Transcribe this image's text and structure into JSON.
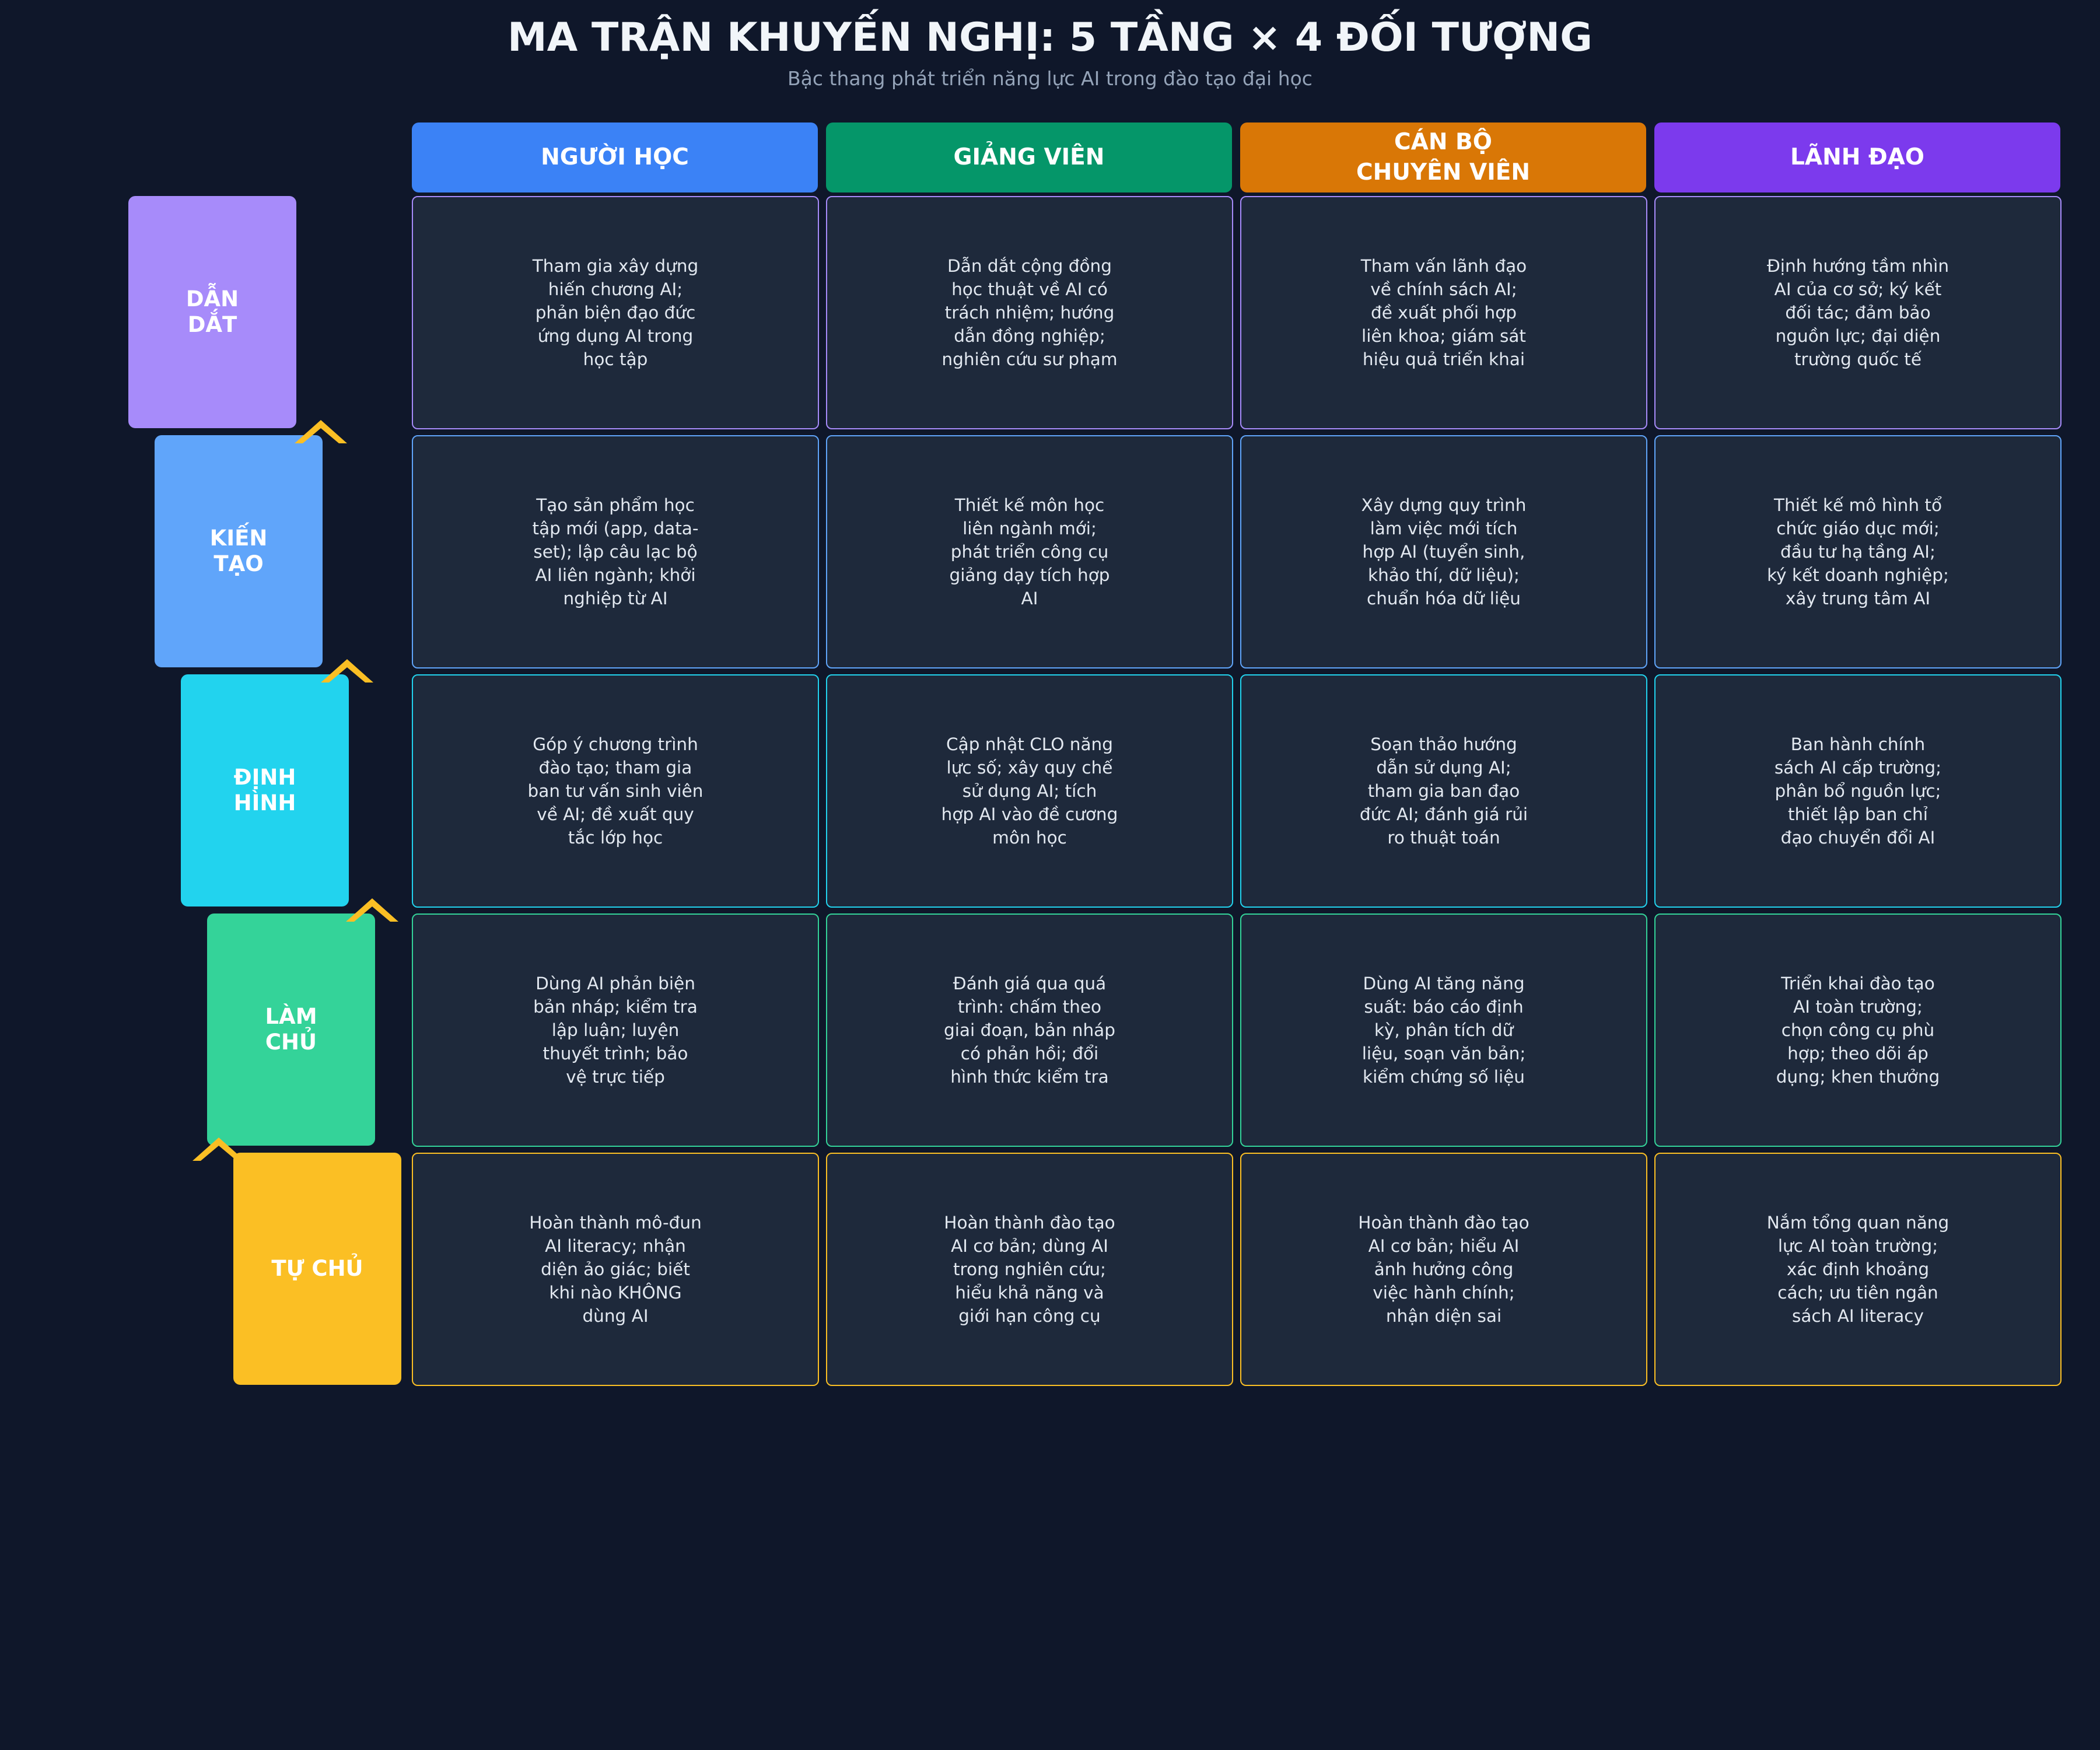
{
  "header": {
    "title": "MA TRẬN KHUYẾN NGHỊ: 5 TẦNG × 4 ĐỐI TƯỢNG",
    "subtitle": "Bậc thang phát triển năng lực AI trong đào tạo đại học"
  },
  "columns": [
    {
      "label": "NGƯỜI HỌC",
      "color": "#3b82f6"
    },
    {
      "label": "GIẢNG VIÊN",
      "color": "#059669"
    },
    {
      "label": "CÁN BỘ\nCHUYÊN VIÊN",
      "color": "#d97706"
    },
    {
      "label": "LÃNH ĐẠO",
      "color": "#7c3aed"
    }
  ],
  "tiers": [
    {
      "label": "DẪN\nDẮT",
      "color": "#a78bfa"
    },
    {
      "label": "KIẾN\nTẠO",
      "color": "#60a5fa"
    },
    {
      "label": "ĐỊNH\nHÌNH",
      "color": "#22d3ee"
    },
    {
      "label": "LÀM\nCHỦ",
      "color": "#34d399"
    },
    {
      "label": "TỰ CHỦ",
      "color": "#fbbf24"
    }
  ],
  "step_arrow_icon": "chevron-up-icon",
  "step_arrow_color": "#fbbf24",
  "cells": [
    [
      "Tham gia xây dựng\nhiến chương AI;\nphản biện đạo đức\nứng dụng AI trong\nhọc tập",
      "Dẫn dắt cộng đồng\nhọc thuật về AI có\ntrách nhiệm; hướng\ndẫn đồng nghiệp;\nnghiên cứu sư phạm",
      "Tham vấn lãnh đạo\nvề chính sách AI;\nđề xuất phối hợp\nliên khoa; giám sát\nhiệu quả triển khai",
      "Định hướng tầm nhìn\nAI của cơ sở; ký kết\nđối tác; đảm bảo\nnguồn lực; đại diện\ntrường quốc tế"
    ],
    [
      "Tạo sản phẩm học\ntập mới (app, data-\nset); lập câu lạc bộ\nAI liên ngành; khởi\nnghiệp từ AI",
      "Thiết kế môn học\nliên ngành mới;\nphát triển công cụ\ngiảng dạy tích hợp\nAI",
      "Xây dựng quy trình\nlàm việc mới tích\nhợp AI (tuyển sinh,\nkhảo thí, dữ liệu);\nchuẩn hóa dữ liệu",
      "Thiết kế mô hình tổ\nchức giáo dục mới;\nđầu tư hạ tầng AI;\nký kết doanh nghiệp;\nxây trung tâm AI"
    ],
    [
      "Góp ý chương trình\nđào tạo; tham gia\nban tư vấn sinh viên\nvề AI; đề xuất quy\ntắc lớp học",
      "Cập nhật CLO năng\nlực số; xây quy chế\nsử dụng AI; tích\nhợp AI vào đề cương\nmôn học",
      "Soạn thảo hướng\ndẫn sử dụng AI;\ntham gia ban đạo\nđức AI; đánh giá rủi\nro thuật toán",
      "Ban hành chính\nsách AI cấp trường;\nphân bổ nguồn lực;\nthiết lập ban chỉ\nđạo chuyển đổi AI"
    ],
    [
      "Dùng AI phản biện\nbản nháp; kiểm tra\nlập luận; luyện\nthuyết trình; bảo\nvệ trực tiếp",
      "Đánh giá qua quá\ntrình: chấm theo\ngiai đoạn, bản nháp\ncó phản hồi; đổi\nhình thức kiểm tra",
      "Dùng AI tăng năng\nsuất: báo cáo định\nkỳ, phân tích dữ\nliệu, soạn văn bản;\nkiểm chứng số liệu",
      "Triển khai đào tạo\nAI toàn trường;\nchọn công cụ phù\nhợp; theo dõi áp\ndụng; khen thưởng"
    ],
    [
      "Hoàn thành mô-đun\nAI literacy; nhận\ndiện ảo giác; biết\nkhi nào KHÔNG\ndùng AI",
      "Hoàn thành đào tạo\nAI cơ bản; dùng AI\ntrong nghiên cứu;\nhiểu khả năng và\ngiới hạn công cụ",
      "Hoàn thành đào tạo\nAI cơ bản; hiểu AI\nảnh hưởng công\nviệc hành chính;\nnhận diện sai",
      "Nắm tổng quan năng\nlực AI toàn trường;\nxác định khoảng\ncách; ưu tiên ngân\nsách AI literacy"
    ]
  ]
}
